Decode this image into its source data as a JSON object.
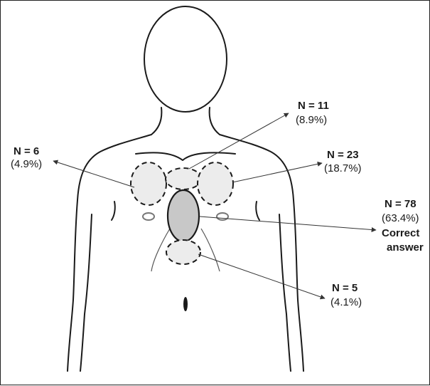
{
  "zones": [
    {
      "id": "right-chest",
      "count": "N = 6",
      "percent": "(4.9%)"
    },
    {
      "id": "upper-sternum",
      "count": "N = 11",
      "percent": "(8.9%)"
    },
    {
      "id": "left-chest",
      "count": "N = 23",
      "percent": "(18.7%)"
    },
    {
      "id": "lower-sternum",
      "count": "N = 78",
      "percent": "(63.4%)",
      "note_line1": "Correct",
      "note_line2": "answer"
    },
    {
      "id": "epigastric",
      "count": "N = 5",
      "percent": "(4.1%)"
    }
  ],
  "colors": {
    "zone_fill": "#ececec",
    "target_fill": "#c8c8c8",
    "outline": "#1a1a1a"
  }
}
